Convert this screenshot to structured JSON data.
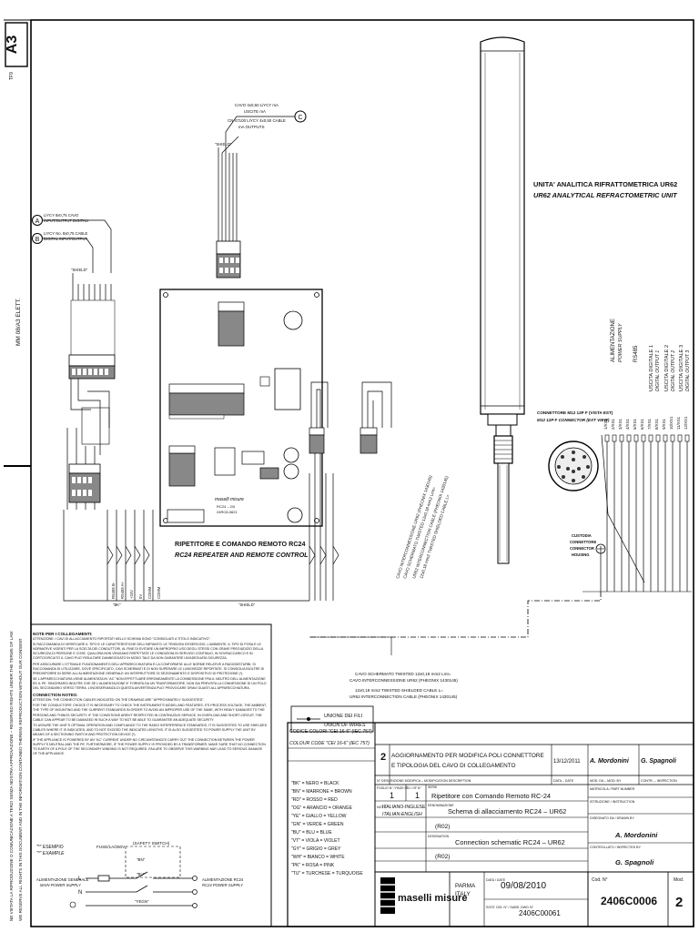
{
  "sheet": {
    "format": "A3",
    "side_code": "TF9",
    "ref_code": "MM 08/A3 ELETT."
  },
  "side_note": {
    "line1": "NE VIETATA LA RIPRODUZIONE O COMUNICAZIONE A TERZI SENZA NOSTRA APPROVAZIONE – RESERVED RIGHTS UNDER THE TERMS OF LAW",
    "line2": "WE RESERVE ALL RIGHTS IN THIS DOCUMENT AND IN THE INFORMATION CONTAINED THEREIN. REPRODUCTION WITHOUT OUR CONSENT"
  },
  "unit": {
    "title_it": "UNITA' ANALITICA RIFRATTOMETRICA UR62",
    "title_en": "UR62 ANALYTICAL REFRACTOMETRIC UNIT"
  },
  "connector": {
    "label_it": "CONNETTORE M12 12P F (VISTA EST)",
    "label_en": "M12 12P F CONNECTOR (EXT VIEW)",
    "housing": [
      "CUSTODIA",
      "CONNETTORE",
      "CONNECTOR",
      "HOUSING"
    ]
  },
  "pin_groups": [
    {
      "it": "ALIMENTAZIONE",
      "en": "POWER SUPPLY"
    },
    {
      "it": "RS485",
      "en": ""
    },
    {
      "it": "USCITA DIGITALE 1",
      "en": "DIGITAL OUTPUT 1"
    },
    {
      "it": "USCITA DIGITALE 2",
      "en": "DIGITAL OUTPUT 2"
    },
    {
      "it": "USCITA DIGITALE 3",
      "en": "DIGITAL OUTPUT 3"
    }
  ],
  "pin_ids": [
    "1/XS1",
    "2/XS1",
    "3/XS1",
    "4/XS1",
    "5/XS1",
    "6/XS1",
    "7/XS1",
    "8/XS1",
    "9/XS1",
    "10/XS1",
    "11/XS1",
    "12/XS1"
  ],
  "board": {
    "title_it": "RIPETITORE E COMANDO REMOTO RC24",
    "title_en": "RC24 REPEATER AND REMOTE CONTROL",
    "logo": "maselli misure",
    "code1": "RC24 – 2/0",
    "code2": "24RC8-0621"
  },
  "cables_top": {
    "c_label1": "CAVO 4x0,50 LiYCY mA",
    "c_label2": "USCITE mA",
    "c_label3": "CN-47100 LIYCY 4x0,50 CABLE",
    "c_label4": "mA OUTPUTS",
    "a_label1": "LiYCY 8x0,75 CAVO",
    "a_label2": "INPUT/OUTPUT DIGITALI",
    "b_label1": "LIYCY No. 8x0,75 CABLE",
    "b_label2": "DIGITAL INPUT/OUTPUT",
    "markers": [
      "A",
      "B",
      "C"
    ],
    "shield": "\"SHIELD\""
  },
  "cables_bottom": {
    "l1": "CAVO SCHERMATO TWISTED 12x0,18 mm2 Lmt=",
    "l2": "CAVO INTERCONNESSIONE UR62 (PHEONIX 1430145)",
    "l3": "12x0,18 mm2 TWISTED SHIELDED CABLE L=",
    "l4": "UR62 INTERCONNECTION CABLE (PHEONIX 1430145)"
  },
  "union": {
    "it": "UNIONE DEI FILI",
    "en": "UNION OF WIRES"
  },
  "notes": {
    "title_it": "NOTE PER I COLLEGAMENTI:",
    "p_it": [
      "ATTENZIONE: I CAVI DI ALLACCIAMENTO RIPORTATI NELLO SCHEMA SONO \"CONSIGLIATI A TITOLO INDICATIVO\".",
      "SI RACCOMANDA DI VERIFICARE IL TIPO E LE CARATTERISTICHE DELL'IMPIANTO: LE TENSIONI D'ESERCIZIO, L'AMBIENTE, IL TIPO DI POSA E LE NORMATIVE VIGENTI PER LA SCELTA DEI CONDUTTORI, AL FINE DI EVITARE UN IMPROPRIO USO DEGLI STESSI CON GRAVE PREGIUDIZIO DELLA SICUREZZA DI PERSONE E COSE. QUALORA NON VENGANO RISPETTATE LE CONDIZIONI IN SERVIZIO CONTINUO, IN SOVRACCARICO E IN CORTOCIRCUITO IL CAVO PUO' RISULTARE DANNEGGIATO IN MODO TALE DA NON GARANTIRE UN'ADEGUATA SICUREZZA.",
      "PER ASSICURARE L'OTTIMALE FUNZIONAMENTO DELL'APPARECCHIATURA E LA CONFORMITA' ALLE NORME RELATIVE A RADIODISTURBI, SI RACCOMANDA DI UTILIZZARE, DOVE SPECIFICATO, CAVI SCHERMATI E DI NON SUPERARE LE LUNGHEZZE RIPORTATE. SI CONSIGLIA INOLTRE DI PREDISPORRE IN SERIE ALL'ALIMENTAZIONE GENERALE UN INTERRUTTORE DI SEZIONAMENTO E DISPOSITIVO DI PROTEZIONE (*).",
      "SE L'APPARECCHIATURA VIENE ALIMENTATA IN \"AC\" NON EFFETTUARE ERRONEAMENTE LA CONNESSIONE FRA IL NEUTRO DELL'ALIMENTAZIONE ED IL PE. SINCERARSI INOLTRE CHE SE L'ALIMENTAZIONE E' FORNITA DA UN TRASFORMATORE, NON SIA PREVISTA LA CONNESSIONE DI UN POLO DEL SECONDARIO VERSO TERRA. L'INOSSERVANZA DI QUESTA AVVERTENZA PUO' PROVOCARE GRAVI GUASTI ALL'APPARECCHIATURA."
    ],
    "title_en": "CONNECTION NOTES:",
    "p_en": [
      "ATTENTION: THE CONNECTION CABLES INDICATED ON THE DRAWING ARE \"APPROXIMATELY SUGGESTED\".",
      "FOR THE CONDUCTORS' CHOICE IT IS NECESSARY TO CHECK THE INSTRUMENT'S MODEL AND FEATURES, ITS PROCESS VOLTAGE, THE AMBIENT, THE TYPE OF MOUNTING AND THE CURRENT STANDARDS IN ORDER TO AVOID AN IMPROPER USE OF THE SAME, WITH HEAVY DAMAGES TO THE PERSONS AND THINGS SECURITY. IF THE CONDITIONS AREN'T RESPECTED IN CONTINUOUS SERVICE, IN OVERLOAD AND SHORT-CIRCUIT, THE CABLE CAN APPEAR TO BE DAMAGED IN SUCH A WAY TO NOT BE ABLE TO GUARANTEE AN ADEQUATE SECURITY.",
      "TO ASSURE THE UNIT'S OPTIMAL OPERATION AND COMPLIANCE TO THE RADIO INTERFERENCE STANDARDS, IT IS SUGGESTED TO USE SHIELDED CABLES WHERE IT IS INDICATED, AND TO NOT EXCEED THE INDICATED LENGTHS. IT IS ALSO SUGGESTED TO POWER SUPPLY THE UNIT BY MEANS OF A SECTIONING SWITCH AND PROTECTION DEVICE (*).",
      "IF THE APPLIANCE IS POWERED BY AN \"AC\" CURRENT UNDER NO CIRCUMSTANCES CARRY OUT THE CONNECTION BETWEEN THE POWER SUPPLY'S NEUTRAL AND THE PE. FURTHERMORE, IF THE POWER SUPPLY IS PROVIDED BY A TRANSFORMER, MAKE SURE THAT NO CONNECTION TO EARTH OF A POLE OF THE SECONDARY WINDING IS NOT REQUIRED. FAILURE TO OBSERVE THIS WARNING MAY LEAD TO SERIOUS DAMAGE OF THE APPLIANCE."
    ]
  },
  "power": {
    "example_it": "\"*\" ESEMPIO",
    "example_en": "\"*\" EXAMPLE",
    "fuse": "FUSE/1A/250V",
    "switch": "(SAFETY SWITCH)",
    "main_it": "ALIMENTAZIONE GENERALE",
    "main_en": "MAIN POWER SUPPLY",
    "rc_it": "ALIMENTAZIONE RC24",
    "rc_en": "RC24 POWER SUPPLY",
    "lines": [
      "L",
      "N"
    ],
    "wire_labels": [
      "\"BN\"",
      "\"BU\"",
      "\"YEGN\""
    ]
  },
  "color_code": {
    "header1": "CODICE COLORI \"CEI 16-6\" (IEC 757)",
    "header2": "COLOUR CODE \"CEI 16-6\" (IEC 757)",
    "entries": [
      "\"BK\" = NERO = BLACK",
      "\"BN\" = MARRONE = BROWN",
      "\"RD\" = ROSSO = RED",
      "\"OG\" = ARANCIO = ORANGE",
      "\"YE\" = GIALLO = YELLOW",
      "\"GN\" = VERDE = GREEN",
      "\"BU\" = BLU = BLUE",
      "\"VT\" = VIOLA = VIOLET",
      "\"GY\" = GRIGIO = GREY",
      "\"WH\" = BIANCO = WHITE",
      "\"PK\" = ROSA = PINK",
      "\"TU\" = TURCHESE = TURQUOISE"
    ]
  },
  "title_block": {
    "rev_no": "2",
    "rev_desc1": "AGGIORNAMENTO PER MODIFICA POLI CONNETTORE",
    "rev_desc2": "E TIPOLOGIA DEL CAVO DI COLLEGAMENTO",
    "rev_date": "13/12/2011",
    "rev_author": "A. Mordonini",
    "rev_check": "G. Spagnoli",
    "hdr_left": "N°  DESCRIZIONE MODIFICA – MODIFICATION DESCRIPTION",
    "hdr_date": "DATA – DATE",
    "hdr_mod": "MOD. DA – MOD. BY",
    "hdr_contr": "CONTR. – INSPECTION",
    "sheet_lbl": "FOGLIO N° / PAGE N°",
    "sheet_no": "1",
    "of_lbl": "DI / OF N°",
    "of_no": "1",
    "series_lbl": "SERIE",
    "series": "Ripetitore con Comando Remoto RC-24",
    "part_lbl": "MATRICOLA / PART NUMBER",
    "lang_lbl": "NOTE",
    "lang1": "ITALIANO-INGLESE",
    "lang2": "ITALIAN-ENGLISH",
    "denom_lbl": "DENOMINAZIONE",
    "denom": "Schema di allacciamento RC24 – UR62",
    "r1": "(R02)",
    "design_lbl": "DESIGNATION",
    "design": "Connection schematic RC24 – UR62",
    "r2": "(R02)",
    "instr_lbl": "ISTRUZIONE / INSTRUCTION",
    "drawn_lbl": "DISEGNATO DA / DRAWN BY",
    "drawn": "A. Mordonini",
    "ctrl_lbl": "CONTROLLATO / INSPECTED BY",
    "ctrl": "G. Spagnoli",
    "company": "maselli misure",
    "city": "PARMA",
    "country": "ITALY",
    "date_lbl": "DATA / DATE",
    "date": "09/08/2010",
    "file_lbl": "SOST. DIS. N° / SUBS. DWG N°",
    "file": "2406C00061",
    "code_lbl": "Cod. N°",
    "code": "2406C0006",
    "mod_lbl": "Mod.",
    "mod": "2"
  },
  "bottom_labels": {
    "bk": "\"BK\"",
    "shield": "\"SHIELD\"",
    "board_pins": [
      "RS485 B-",
      "RS485 A+",
      "+24V",
      "0V",
      "COMM",
      "COMM"
    ]
  }
}
